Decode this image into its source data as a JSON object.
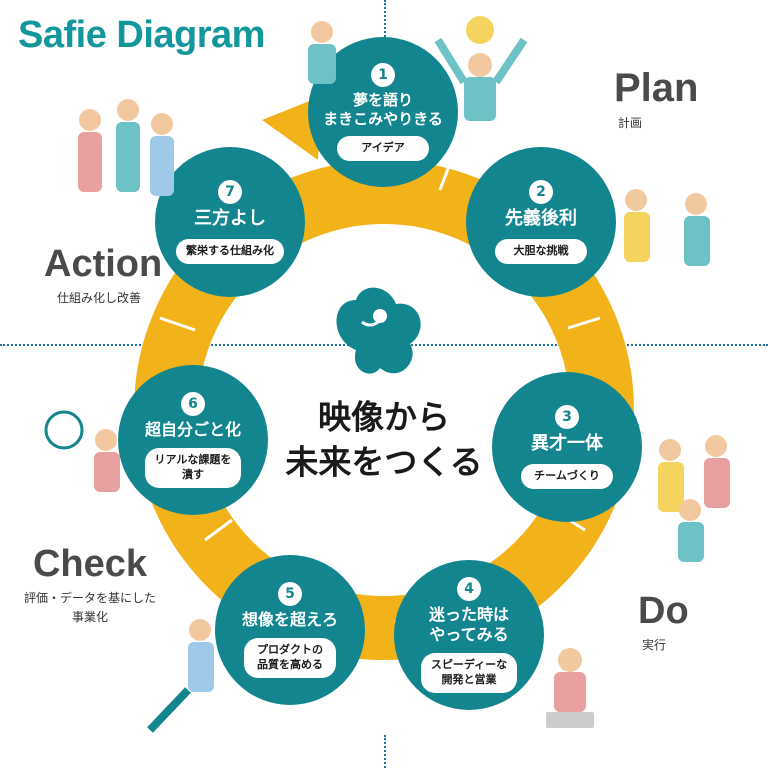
{
  "header": {
    "title": "Safie Diagram"
  },
  "phases": [
    {
      "id": "plan",
      "label": "Plan",
      "sub": "計画"
    },
    {
      "id": "action",
      "label": "Action",
      "sub": "仕組み化し改善"
    },
    {
      "id": "check",
      "label": "Check",
      "sub": "評価・データを基にした\n事業化"
    },
    {
      "id": "do",
      "label": "Do",
      "sub": "実行"
    }
  ],
  "center": {
    "text": "映像から\n未来をつくる"
  },
  "steps": [
    {
      "num": "1",
      "title": "夢を語り\nまきこみやりきる",
      "pill": "アイデア"
    },
    {
      "num": "2",
      "title": "先義後利",
      "pill": "大胆な挑戦"
    },
    {
      "num": "3",
      "title": "異才一体",
      "pill": "チームづくり"
    },
    {
      "num": "4",
      "title": "迷った時は\nやってみる",
      "pill": "スピーディーな\n開発と営業"
    },
    {
      "num": "5",
      "title": "想像を超えろ",
      "pill": "プロダクトの\n品質を高める"
    },
    {
      "num": "6",
      "title": "超自分ごと化",
      "pill": "リアルな課題を\n潰す"
    },
    {
      "num": "7",
      "title": "三方よし",
      "pill": "繁栄する仕組み化"
    }
  ],
  "colors": {
    "teal": "#12858e",
    "ring": "#f2b21a",
    "brand": "#11979c"
  }
}
